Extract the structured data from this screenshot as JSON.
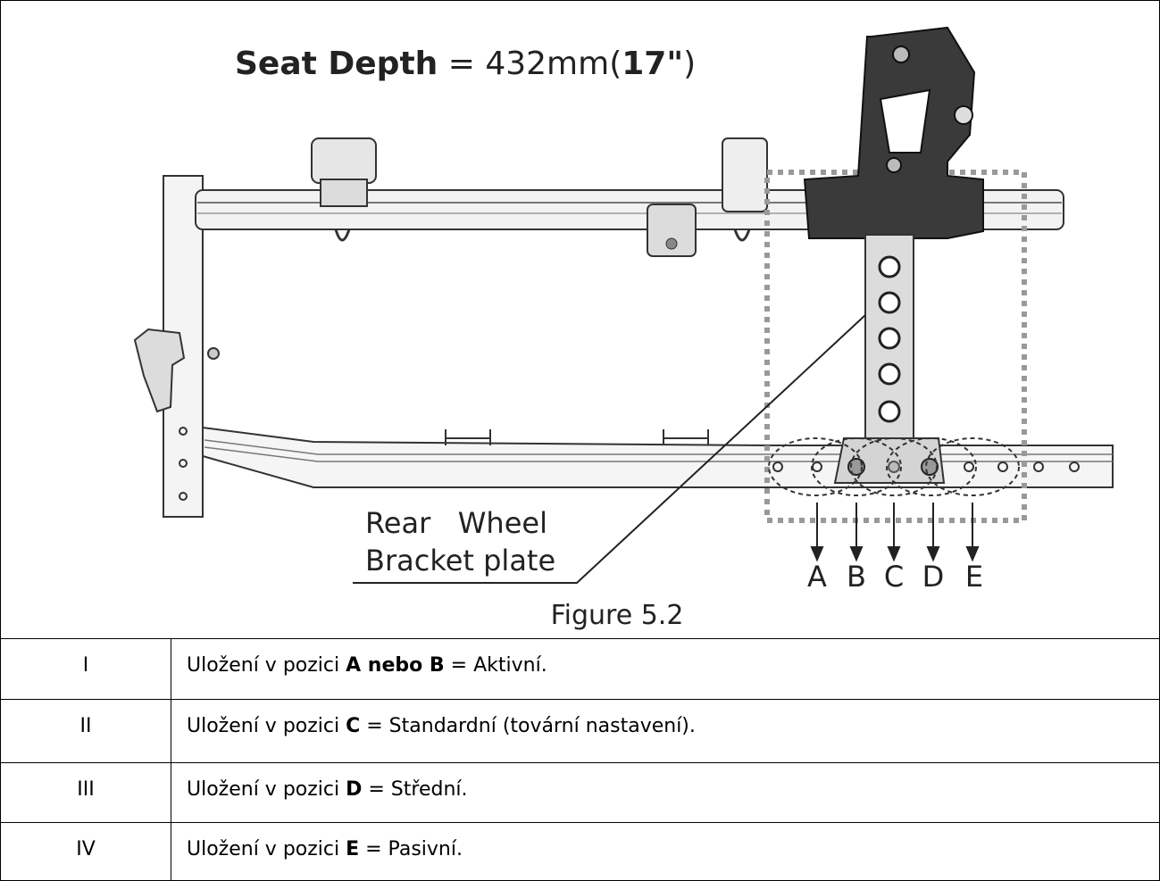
{
  "figure": {
    "title_bold": "Seat Depth",
    "title_eq": " = 432mm(",
    "title_inch": "17\"",
    "title_close": ")",
    "callout_line1": "Rear   Wheel",
    "callout_line2": "Bracket plate",
    "positions": [
      "A",
      "B",
      "C",
      "D",
      "E"
    ],
    "caption": "Figure 5.2"
  },
  "rows": [
    {
      "num": "I",
      "pre": "Uložení v pozici ",
      "key": "A nebo B",
      "post": " = Aktivní."
    },
    {
      "num": "II",
      "pre": "Uložení v pozici ",
      "key": "C",
      "post": " = Standardní (tovární nastavení)."
    },
    {
      "num": "III",
      "pre": "Uložení v pozici ",
      "key": "D",
      "post": " = Střední."
    },
    {
      "num": "IV",
      "pre": "Uložení v pozici ",
      "key": "E",
      "post": " = Pasivní."
    }
  ]
}
